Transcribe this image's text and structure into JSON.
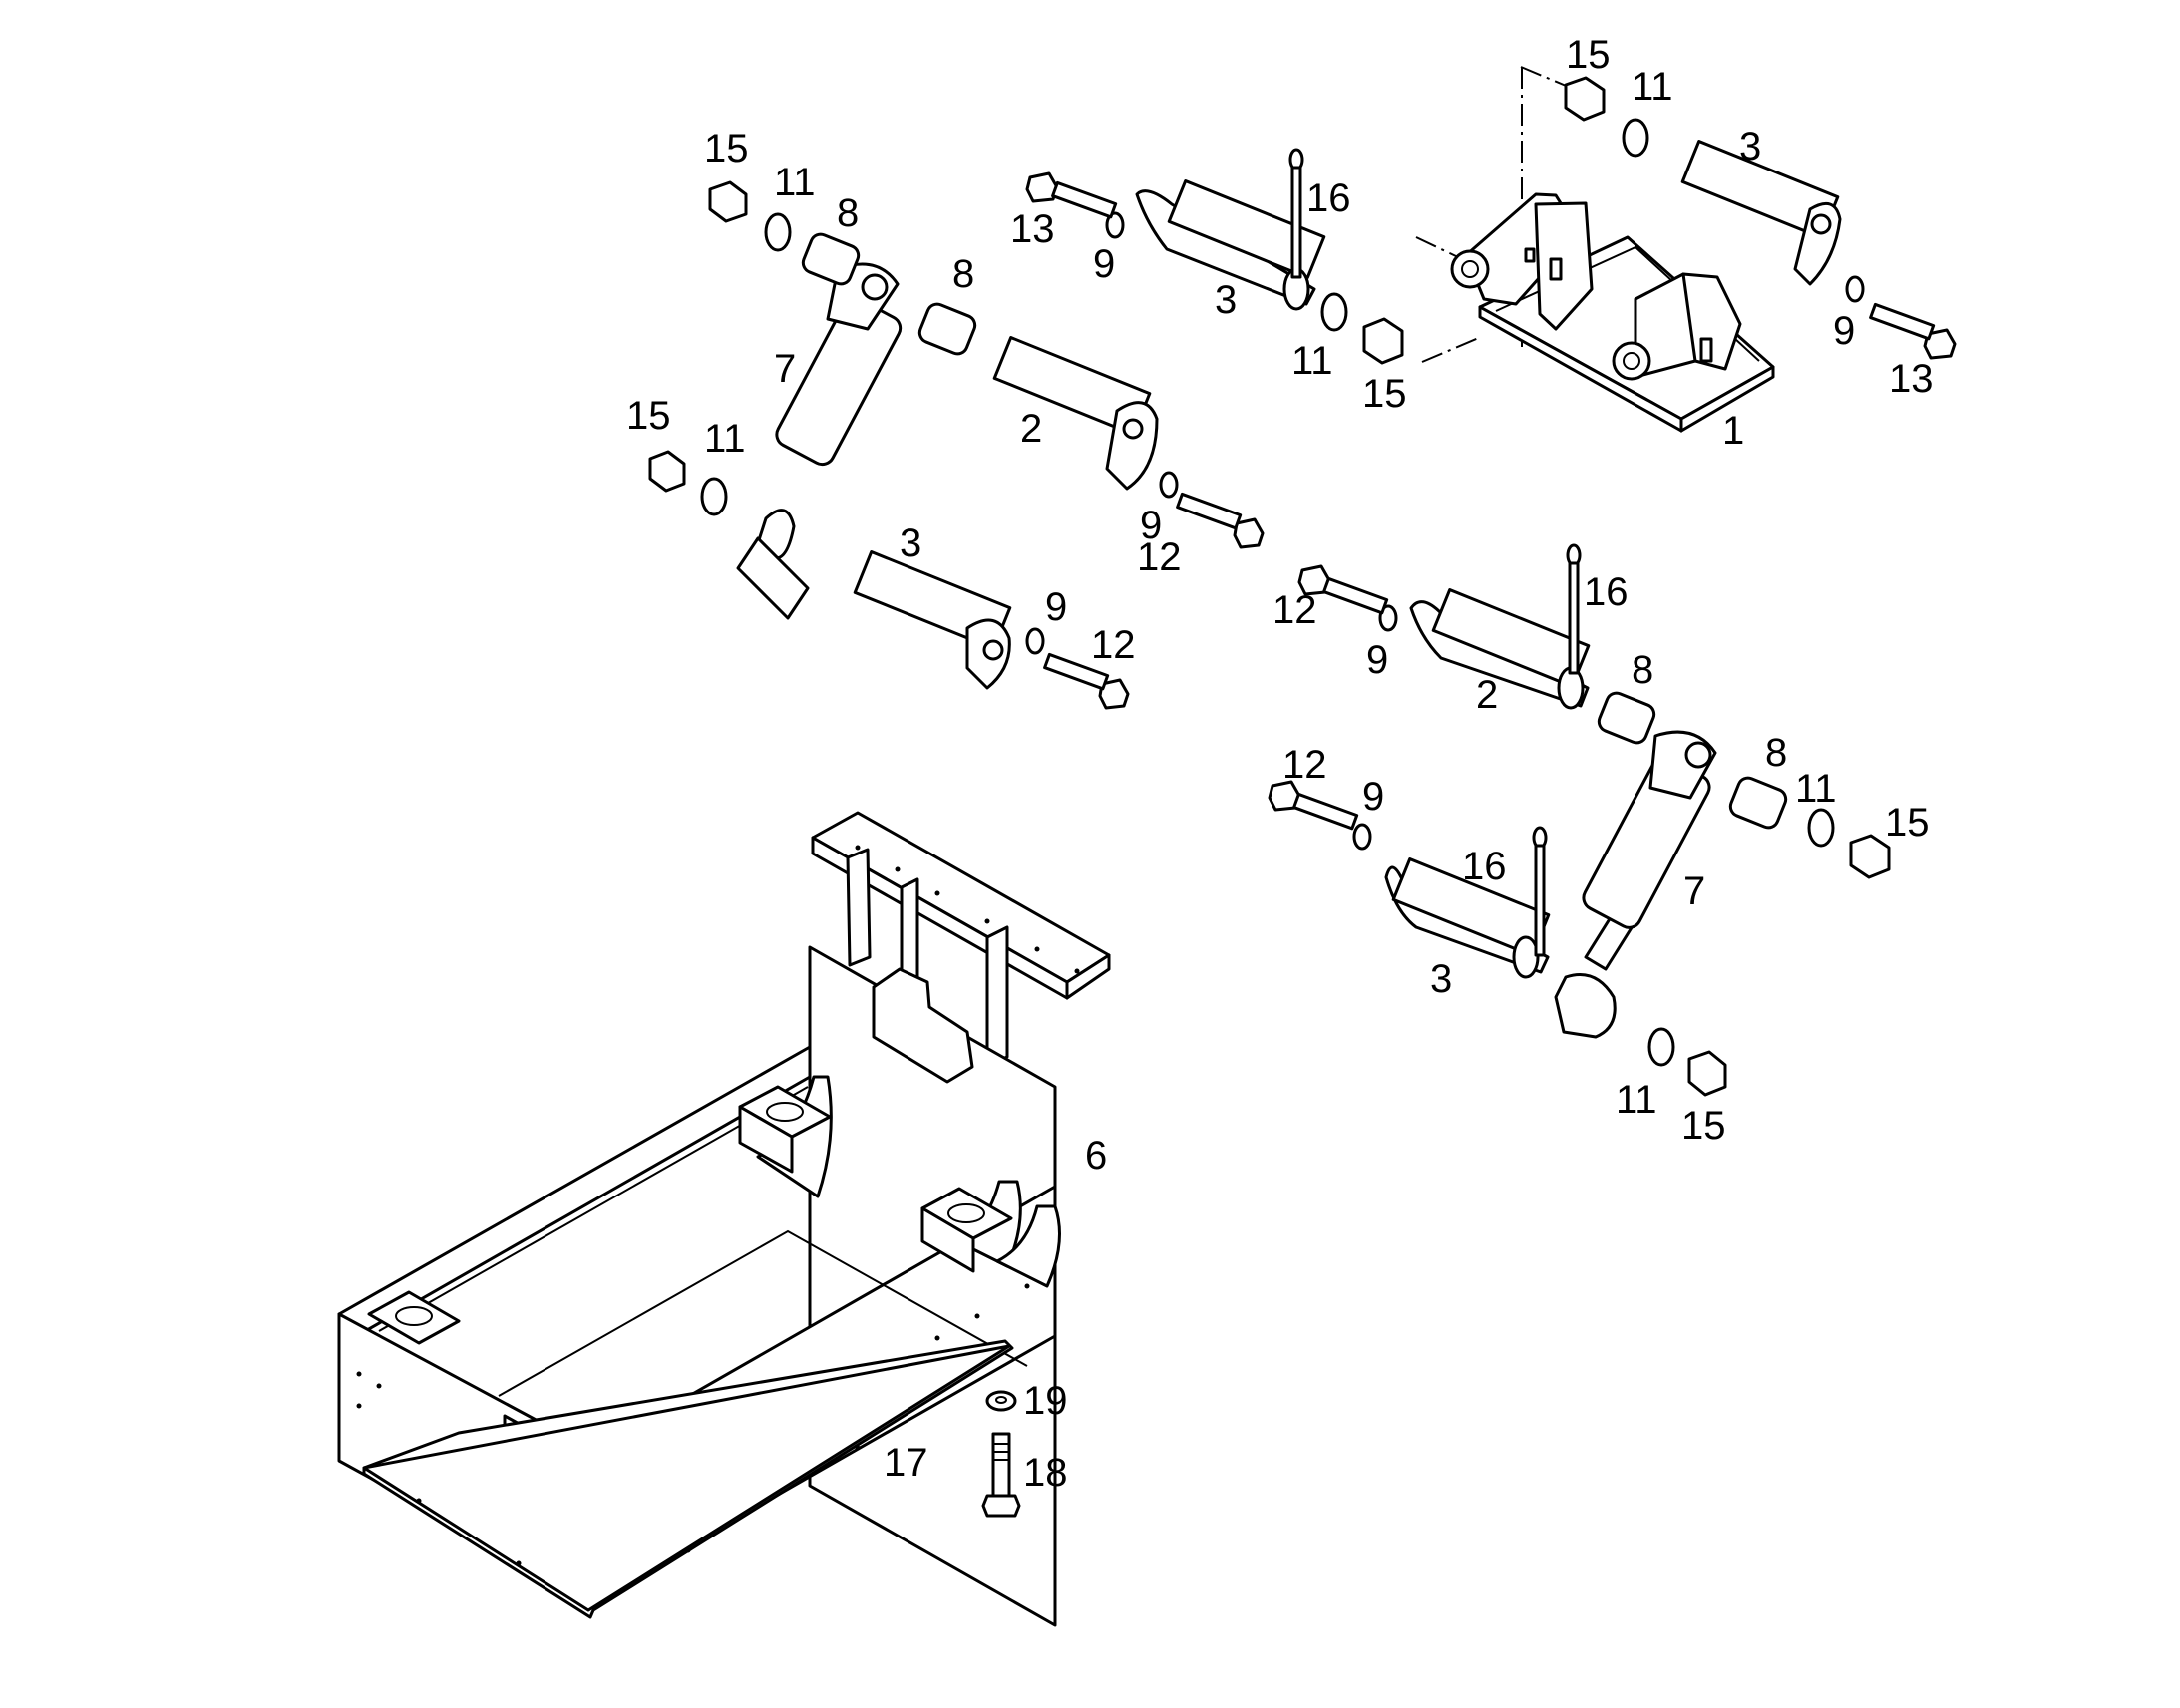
{
  "diagram": {
    "type": "exploded-parts-view",
    "callouts": {
      "c1": "1",
      "c2a": "2",
      "c2b": "2",
      "c3a": "3",
      "c3b": "3",
      "c3c": "3",
      "c3d": "3",
      "c6": "6",
      "c7a": "7",
      "c7b": "7",
      "c8a": "8",
      "c8b": "8",
      "c8c": "8",
      "c8d": "8",
      "c9a": "9",
      "c9b": "9",
      "c9c": "9",
      "c9d": "9",
      "c9e": "9",
      "c9f": "9",
      "c11a": "11",
      "c11b": "11",
      "c11c": "11",
      "c11d": "11",
      "c11e": "11",
      "c11f": "11",
      "c12a": "12",
      "c12b": "12",
      "c12c": "12",
      "c12d": "12",
      "c13a": "13",
      "c13b": "13",
      "c15a": "15",
      "c15b": "15",
      "c15c": "15",
      "c15d": "15",
      "c15e": "15",
      "c15f": "15",
      "c16a": "16",
      "c16b": "16",
      "c16c": "16",
      "c17": "17",
      "c18": "18",
      "c19": "19"
    }
  }
}
